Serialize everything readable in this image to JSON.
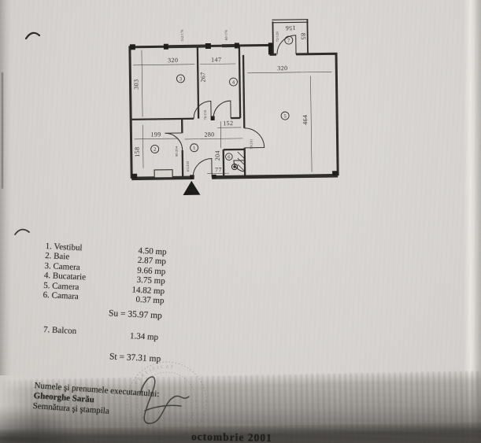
{
  "document": {
    "rooms": [
      {
        "label": "1. Vestibul",
        "area": "4.50 mp"
      },
      {
        "label": "2. Baie",
        "area": "2.87 mp"
      },
      {
        "label": "3. Camera",
        "area": "9.66 mp"
      },
      {
        "label": "4. Bucatarie",
        "area": "3.75 mp"
      },
      {
        "label": "5. Camera",
        "area": "14.82 mp"
      },
      {
        "label": "6. Camara",
        "area": "0.37 mp"
      }
    ],
    "totals": {
      "su": "Su = 35.97 mp",
      "st": "St = 37.31 mp"
    },
    "balcony": {
      "label": "7. Balcon",
      "area": "1.34 mp"
    },
    "footer": {
      "line1": "Numele şi prenumele executantului:",
      "line2": "Gheorghe Sarău",
      "line3": "Semnătura şi ştampila",
      "date": "octombrie 2001",
      "stamp_text": "CERTIFICAT"
    }
  },
  "plan": {
    "dims": {
      "room3_w": "320",
      "room3_h": "303",
      "room4_w": "147",
      "room4_h": "267",
      "room5_w": "320",
      "room5_h": "464",
      "baie_w": "199",
      "baie_h": "158",
      "hall_w": "280",
      "hall_h": "204",
      "mid_w": "152",
      "bottom_w": "77",
      "balcony_w": "156",
      "balcony_d": "85"
    },
    "marks": {
      "window1": "152/176",
      "window2": "60/176",
      "balcony_window": "72/128",
      "door_baie": "90/204",
      "door_kitchen": "76/216",
      "door_entry": "65/202",
      "door_room5": "79/201"
    },
    "rooms": {
      "vestibul": "1",
      "baie": "2",
      "camera3": "3",
      "bucatarie": "4",
      "camera5": "5",
      "camara": "6",
      "balcon": "7"
    }
  },
  "colors": {
    "paper": "#d7d4d0",
    "ink": "#2f2d2a",
    "smudge": "#5a5854"
  }
}
